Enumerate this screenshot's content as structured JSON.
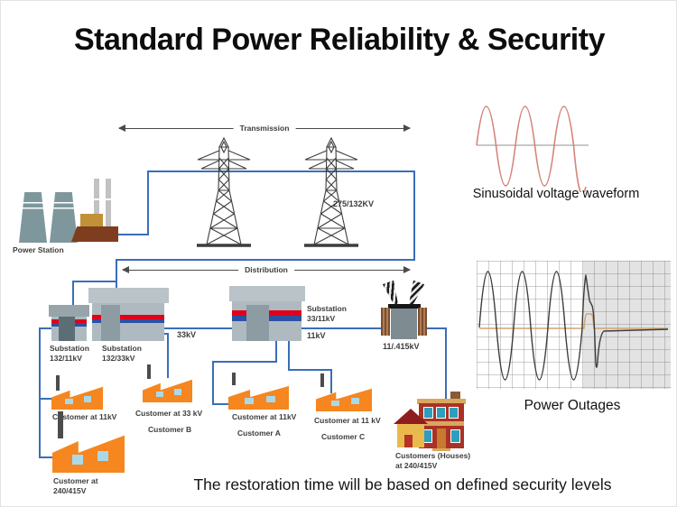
{
  "title": "Standard Power Reliability & Security",
  "footer": "The restoration time will be based on defined security levels",
  "colors": {
    "line_blue": "#3A6EB8",
    "factory_orange": "#F6861F",
    "substation_red_stripe": "#E1001A",
    "substation_blue_stripe": "#2B51A3",
    "sine_wave_red": "#D4857B",
    "outage_trace_dark": "#3C3C3C",
    "outage_trace_orange": "#D2A472"
  },
  "power_station": {
    "label": "Power Station"
  },
  "transmission": {
    "label": "Transmission",
    "voltage": "275/132KV"
  },
  "distribution": {
    "label": "Distribution"
  },
  "substations": {
    "a": {
      "line1": "Substation",
      "line2": "132/11kV"
    },
    "b": {
      "line1": "Substation",
      "line2": "132/33kV"
    },
    "c": {
      "line1": "Substation",
      "line2": "33/11kV"
    }
  },
  "line_labels": {
    "kv33": "33kV",
    "kv11": "11kV"
  },
  "transformer": {
    "label": "11/.415kV"
  },
  "customers": {
    "left11": {
      "label": "Customer at 11kV"
    },
    "b": {
      "label": "Customer at 33 kV",
      "name": "Customer B"
    },
    "a": {
      "label": "Customer at 11kV",
      "name": "Customer A"
    },
    "c": {
      "label": "Customer at 11 kV",
      "name": "Customer C"
    },
    "lv": {
      "line1": "Customer at",
      "line2": "240/415V"
    },
    "houses": {
      "line1": "Customers (Houses)",
      "line2": "at 240/415V"
    }
  },
  "waveforms": {
    "sine_caption": "Sinusoidal voltage waveform",
    "outage_caption": "Power Outages"
  }
}
